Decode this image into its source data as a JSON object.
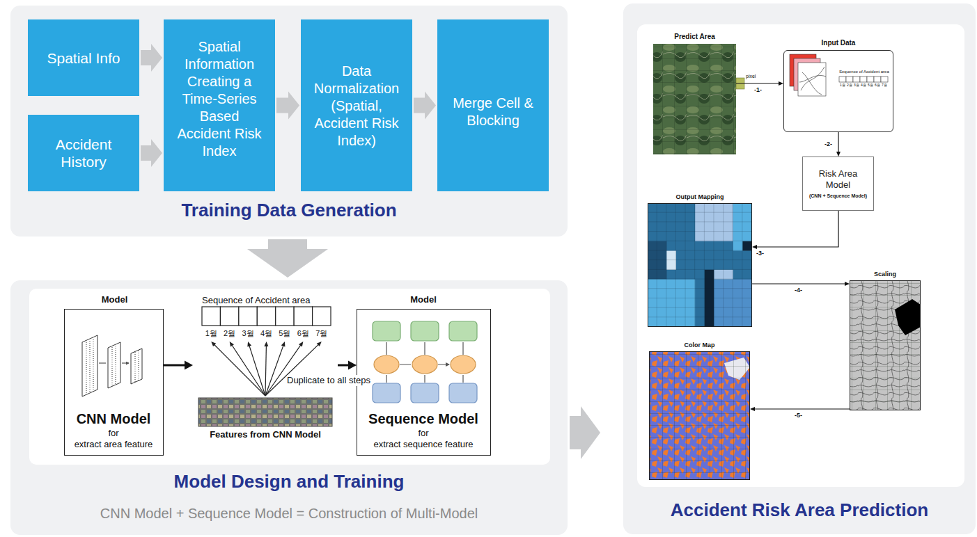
{
  "diagram": {
    "nodes": [
      {
        "text": [
          "Training Data Generation"
        ]
      },
      {
        "text": [
          "Spatial Info"
        ],
        "in": 0
      },
      {
        "text": [
          "Accident History"
        ],
        "in": 0
      },
      {
        "text": [
          "Spatial Information Creating a Time-Series Based Accident Risk Index"
        ],
        "in": 0
      },
      {
        "text": [
          "Data Normalization (Spatial, Accident Risk Index)"
        ],
        "in": 0
      },
      {
        "text": [
          "Merge Cell & Blocking"
        ],
        "in": 0
      },
      {
        "text": [
          "Model Design and Training",
          "CNN Model + Sequence Model = Construction of Multi-Model"
        ]
      },
      {
        "text": [
          "Model",
          "CNN Model",
          "for",
          "extract area feature"
        ],
        "in": 6
      },
      {
        "text": [
          "Sequence of Accident area"
        ],
        "in": 6
      },
      {
        "text": [
          "Features from CNN Model"
        ],
        "in": 6
      },
      {
        "text": [
          "Model",
          "Sequence Model",
          "for",
          "extract sequence feature"
        ],
        "in": 6
      },
      {
        "text": [
          "Accident Risk Area Prediction"
        ]
      },
      {
        "text": [
          "Predict Area"
        ],
        "in": 11
      },
      {
        "text": [
          "Input Data"
        ],
        "in": 11
      },
      {
        "text": [
          "Risk Area Model",
          "(CNN + Sequence Model)"
        ],
        "in": 11
      },
      {
        "text": [
          "Output Mapping"
        ],
        "in": 11
      },
      {
        "text": [
          "Scaling"
        ],
        "in": 11
      },
      {
        "text": [
          "Color Map"
        ],
        "in": 11
      }
    ],
    "edges": [
      {
        "from": 1,
        "to": 3,
        "arrow": "to"
      },
      {
        "from": 2,
        "to": 3,
        "arrow": "to"
      },
      {
        "from": 3,
        "to": 4,
        "arrow": "to"
      },
      {
        "from": 4,
        "to": 5,
        "arrow": "to"
      },
      {
        "from": 0,
        "to": 6,
        "arrow": "to"
      },
      {
        "from": 7,
        "to": 9,
        "arrow": "to"
      },
      {
        "from": 9,
        "to": 8,
        "label": "Duplicate to all steps",
        "arrow": "to"
      },
      {
        "from": 8,
        "to": 10,
        "arrow": "to"
      },
      {
        "from": 6,
        "to": 11,
        "arrow": "to"
      },
      {
        "from": 12,
        "to": 13,
        "label": "-1-",
        "arrow": "to"
      },
      {
        "from": 13,
        "to": 14,
        "label": "-2-",
        "arrow": "to"
      },
      {
        "from": 14,
        "to": 15,
        "label": "-3-",
        "arrow": "to"
      },
      {
        "from": 15,
        "to": 16,
        "label": "-4-",
        "arrow": "to"
      },
      {
        "from": 16,
        "to": 17,
        "label": "-5-",
        "arrow": "to"
      }
    ],
    "labels": [
      "1월",
      "2월",
      "3월",
      "4월",
      "5월",
      "6월",
      "7월",
      "pixel",
      "Sequence of Accident area",
      "1월",
      "2월",
      "3월",
      "4월",
      "5월",
      "6월",
      "7월"
    ]
  }
}
